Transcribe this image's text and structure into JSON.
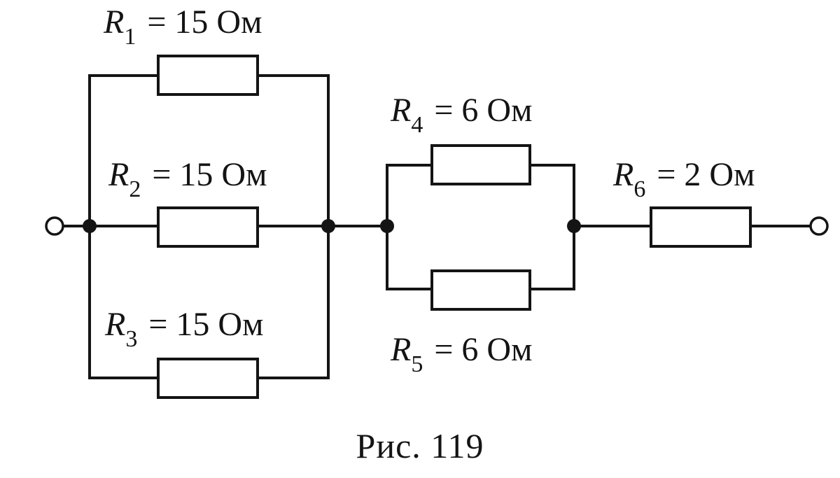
{
  "resistors": [
    {
      "symbol": "R",
      "index": "1",
      "value": "= 15 Ом"
    },
    {
      "symbol": "R",
      "index": "2",
      "value": "= 15 Ом"
    },
    {
      "symbol": "R",
      "index": "3",
      "value": "= 15 Ом"
    },
    {
      "symbol": "R",
      "index": "4",
      "value": "= 6 Ом"
    },
    {
      "symbol": "R",
      "index": "5",
      "value": "= 6 Ом"
    },
    {
      "symbol": "R",
      "index": "6",
      "value": "= 2 Ом"
    }
  ],
  "caption": "Рис. 119",
  "colors": {
    "ink": "#141414",
    "background": "#ffffff"
  }
}
